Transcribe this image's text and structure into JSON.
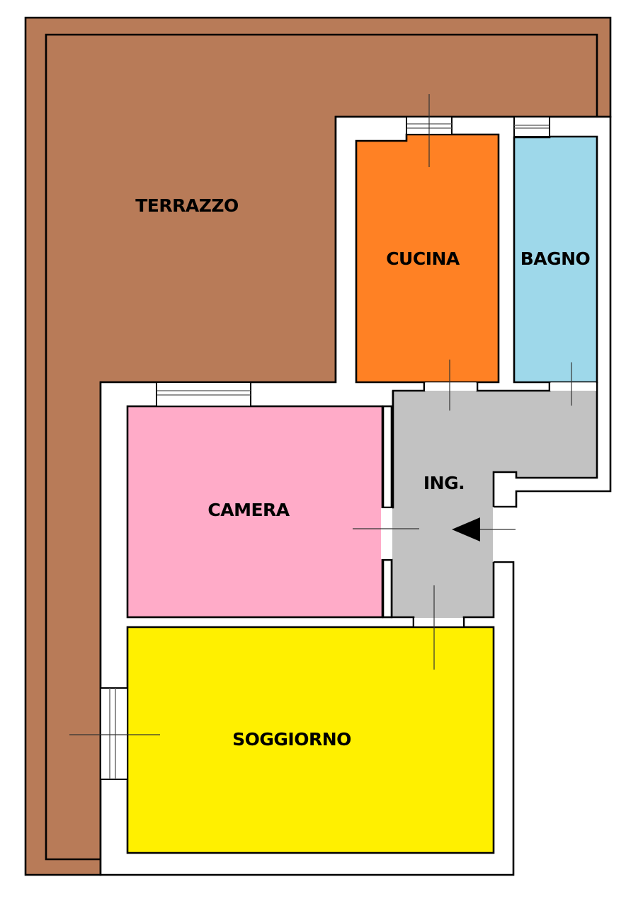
{
  "floorplan": {
    "rooms": [
      {
        "id": "terrazzo",
        "label": "TERRAZZO",
        "color": "#B87B58"
      },
      {
        "id": "cucina",
        "label": "CUCINA",
        "color": "#FF8124"
      },
      {
        "id": "bagno",
        "label": "BAGNO",
        "color": "#9ED8EA"
      },
      {
        "id": "camera",
        "label": "CAMERA",
        "color": "#FFABC8"
      },
      {
        "id": "ingresso",
        "label": "ING.",
        "color": "#C2C2C2"
      },
      {
        "id": "soggiorno",
        "label": "SOGGIORNO",
        "color": "#FFF000"
      }
    ],
    "wall_color": "#FFFFFF",
    "outline_color": "#000000",
    "entrance_marker": "arrow-left-icon"
  }
}
